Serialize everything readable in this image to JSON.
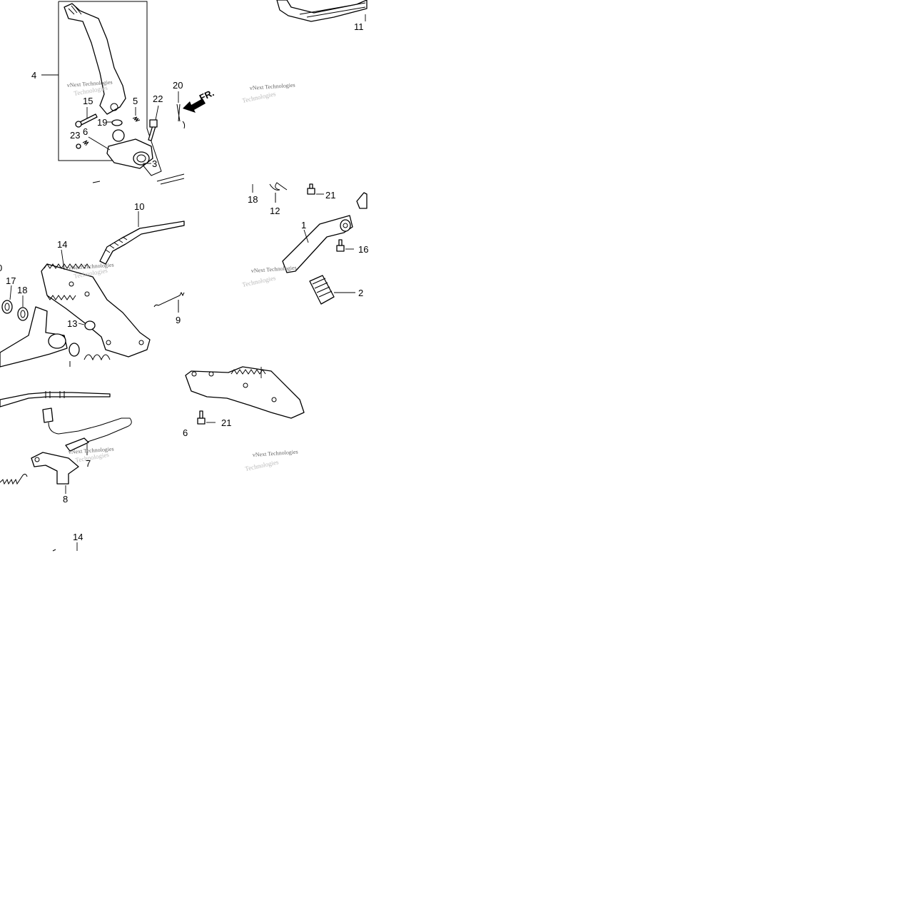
{
  "diagram": {
    "watermark_line1": "vNext Technologies",
    "watermark_line2": "Technologies",
    "direction_label": "FR.",
    "callouts": [
      {
        "id": "c4",
        "label": "4"
      },
      {
        "id": "c15",
        "label": "15"
      },
      {
        "id": "c5",
        "label": "5"
      },
      {
        "id": "c22",
        "label": "22"
      },
      {
        "id": "c20",
        "label": "20"
      },
      {
        "id": "c19",
        "label": "19"
      },
      {
        "id": "c23",
        "label": "23"
      },
      {
        "id": "c6",
        "label": "6"
      },
      {
        "id": "c3",
        "label": "3"
      },
      {
        "id": "c11",
        "label": "11"
      },
      {
        "id": "c18a",
        "label": "18"
      },
      {
        "id": "c12",
        "label": "12"
      },
      {
        "id": "c21a",
        "label": "21"
      },
      {
        "id": "c1",
        "label": "1"
      },
      {
        "id": "c16",
        "label": "16"
      },
      {
        "id": "c2",
        "label": "2"
      },
      {
        "id": "c10",
        "label": "10"
      },
      {
        "id": "c14a",
        "label": "14"
      },
      {
        "id": "c0",
        "label": "0"
      },
      {
        "id": "c17",
        "label": "17"
      },
      {
        "id": "c18b",
        "label": "18"
      },
      {
        "id": "c13",
        "label": "13"
      },
      {
        "id": "c9",
        "label": "9"
      },
      {
        "id": "c7",
        "label": "7"
      },
      {
        "id": "c8",
        "label": "8"
      },
      {
        "id": "c21b",
        "label": "21"
      },
      {
        "id": "c6b",
        "label": "6"
      },
      {
        "id": "c14b",
        "label": "14"
      }
    ]
  }
}
